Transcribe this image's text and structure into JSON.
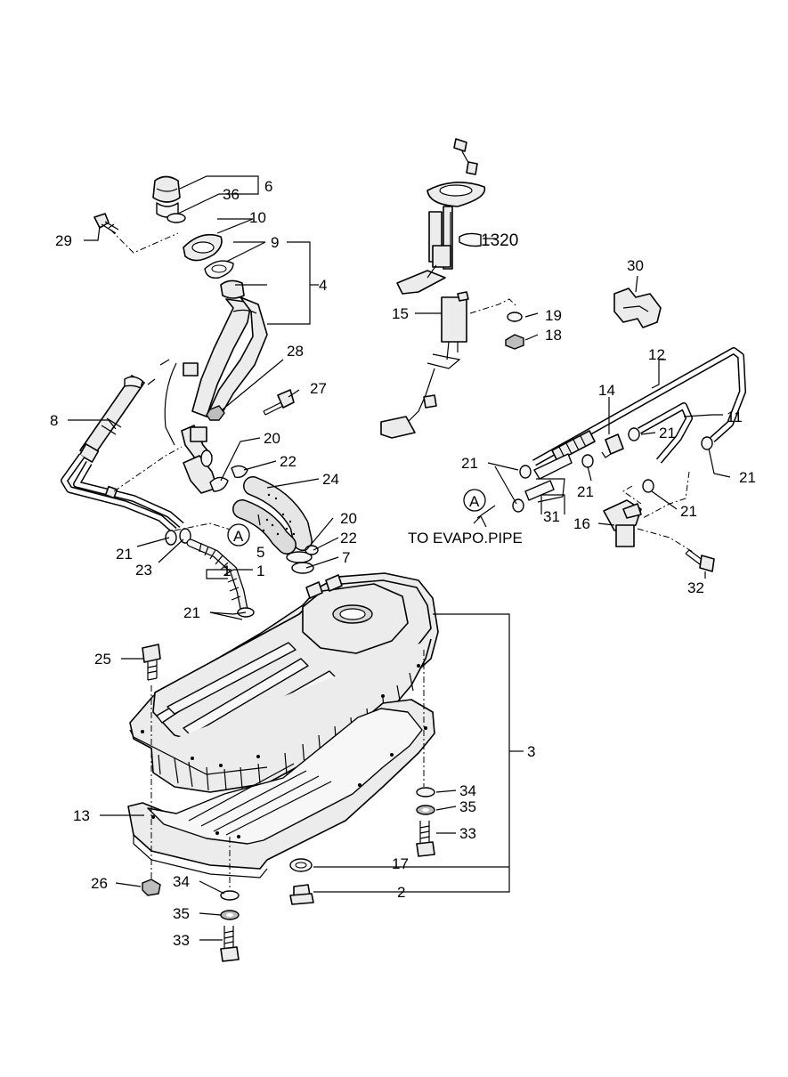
{
  "diagram": {
    "callouts": [
      {
        "id": "c1",
        "label": "1"
      },
      {
        "id": "c1b",
        "label": "1"
      },
      {
        "id": "c2",
        "label": "2"
      },
      {
        "id": "c3",
        "label": "3"
      },
      {
        "id": "c4",
        "label": "4"
      },
      {
        "id": "c5",
        "label": "5"
      },
      {
        "id": "c6",
        "label": "6"
      },
      {
        "id": "c7",
        "label": "7"
      },
      {
        "id": "c8",
        "label": "8"
      },
      {
        "id": "c9",
        "label": "9"
      },
      {
        "id": "c10",
        "label": "10"
      },
      {
        "id": "c11",
        "label": "11"
      },
      {
        "id": "c12",
        "label": "12"
      },
      {
        "id": "c13",
        "label": "13"
      },
      {
        "id": "c14",
        "label": "14"
      },
      {
        "id": "c15",
        "label": "15"
      },
      {
        "id": "c16",
        "label": "16"
      },
      {
        "id": "c17",
        "label": "17"
      },
      {
        "id": "c18",
        "label": "18"
      },
      {
        "id": "c19",
        "label": "19"
      },
      {
        "id": "c20a",
        "label": "20"
      },
      {
        "id": "c20b",
        "label": "20"
      },
      {
        "id": "c21a",
        "label": "21"
      },
      {
        "id": "c21b",
        "label": "21"
      },
      {
        "id": "c21c",
        "label": "21"
      },
      {
        "id": "c21d",
        "label": "21"
      },
      {
        "id": "c21e",
        "label": "21"
      },
      {
        "id": "c21f",
        "label": "21"
      },
      {
        "id": "c21g",
        "label": "21"
      },
      {
        "id": "c22a",
        "label": "22"
      },
      {
        "id": "c22b",
        "label": "22"
      },
      {
        "id": "c23",
        "label": "23"
      },
      {
        "id": "c24",
        "label": "24"
      },
      {
        "id": "c25",
        "label": "25"
      },
      {
        "id": "c26",
        "label": "26"
      },
      {
        "id": "c27",
        "label": "27"
      },
      {
        "id": "c28",
        "label": "28"
      },
      {
        "id": "c29",
        "label": "29"
      },
      {
        "id": "c30",
        "label": "30"
      },
      {
        "id": "c31",
        "label": "31"
      },
      {
        "id": "c32",
        "label": "32"
      },
      {
        "id": "c33a",
        "label": "33"
      },
      {
        "id": "c33b",
        "label": "33"
      },
      {
        "id": "c34a",
        "label": "34"
      },
      {
        "id": "c34b",
        "label": "34"
      },
      {
        "id": "c35a",
        "label": "35"
      },
      {
        "id": "c35b",
        "label": "35"
      },
      {
        "id": "c36",
        "label": "36"
      },
      {
        "id": "c1320",
        "label": "1320"
      }
    ],
    "reference_markers": [
      {
        "id": "ref-a-left",
        "label": "A"
      },
      {
        "id": "ref-a-right",
        "label": "A"
      }
    ],
    "note": "TO EVAPO.PIPE"
  }
}
